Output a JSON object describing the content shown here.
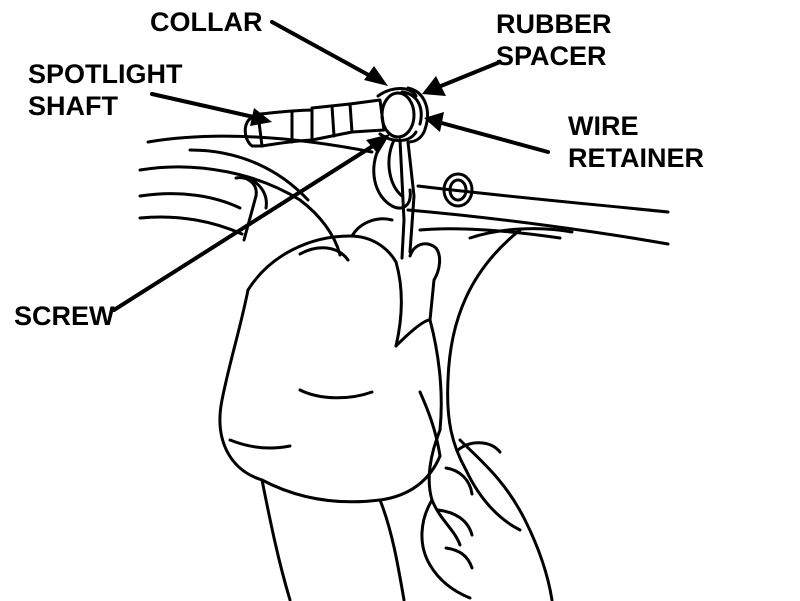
{
  "labels": {
    "collar": "COLLAR",
    "spotlight_shaft": [
      "SPOTLIGHT",
      "SHAFT"
    ],
    "rubber_spacer": [
      "RUBBER",
      "SPACER"
    ],
    "wire_retainer": [
      "WIRE",
      "RETAINER"
    ],
    "screw": "SCREW"
  },
  "colors": {
    "ink": "#000000",
    "background": "#ffffff"
  }
}
